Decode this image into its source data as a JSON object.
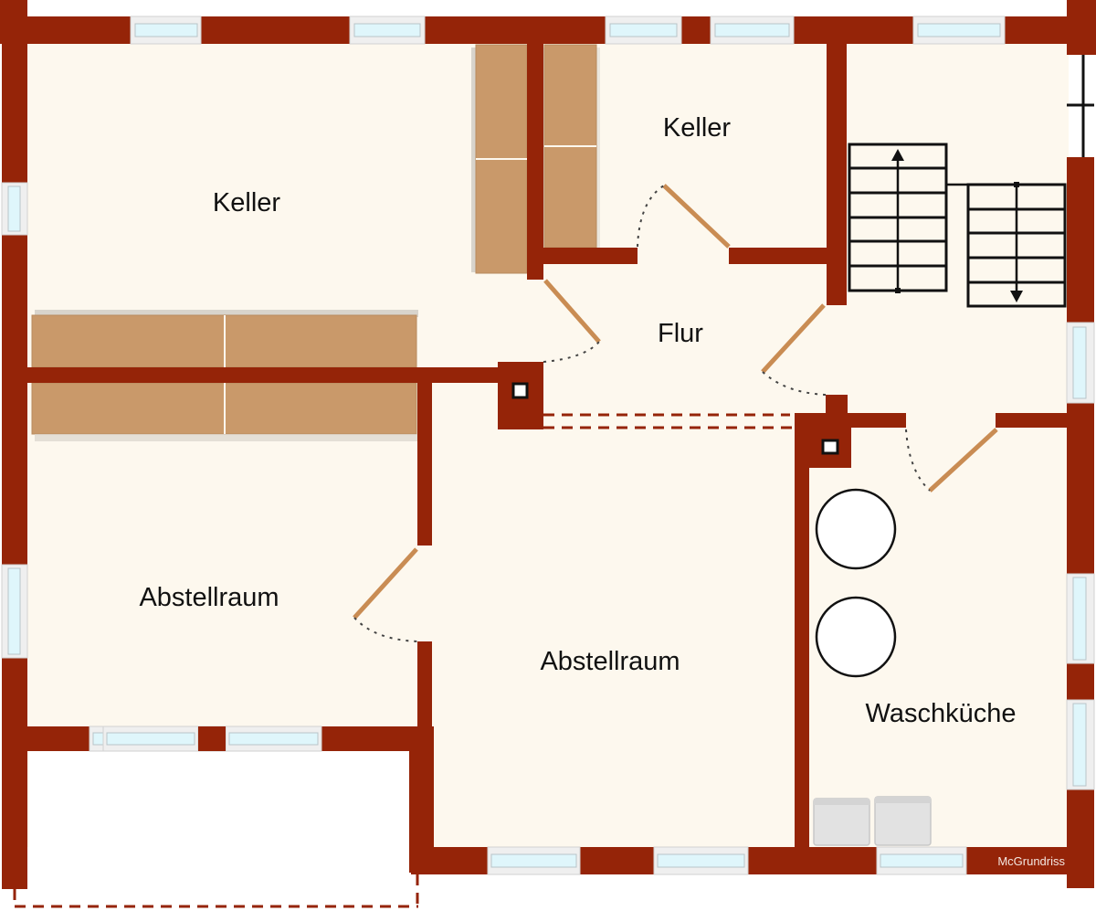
{
  "plan": {
    "title": "Kellergeschoss Grundriss",
    "rooms": [
      {
        "id": "keller-1",
        "label": "Keller"
      },
      {
        "id": "keller-2",
        "label": "Keller"
      },
      {
        "id": "flur",
        "label": "Flur"
      },
      {
        "id": "abstellraum-1",
        "label": "Abstellraum"
      },
      {
        "id": "abstellraum-2",
        "label": "Abstellraum"
      },
      {
        "id": "waschkueche",
        "label": "Waschküche"
      }
    ],
    "watermark": "McGrundriss"
  },
  "colors": {
    "wall": "#952408",
    "floor": "#fdf8ee",
    "shelf": "#c9996a",
    "window_glass": "#dff6fb"
  },
  "icons": {
    "stairs_up": "stairs-up-icon",
    "stairs_down": "stairs-down-icon",
    "chimney": "chimney-icon",
    "tank": "tank-icon",
    "washing_machine": "washing-machine-icon"
  }
}
